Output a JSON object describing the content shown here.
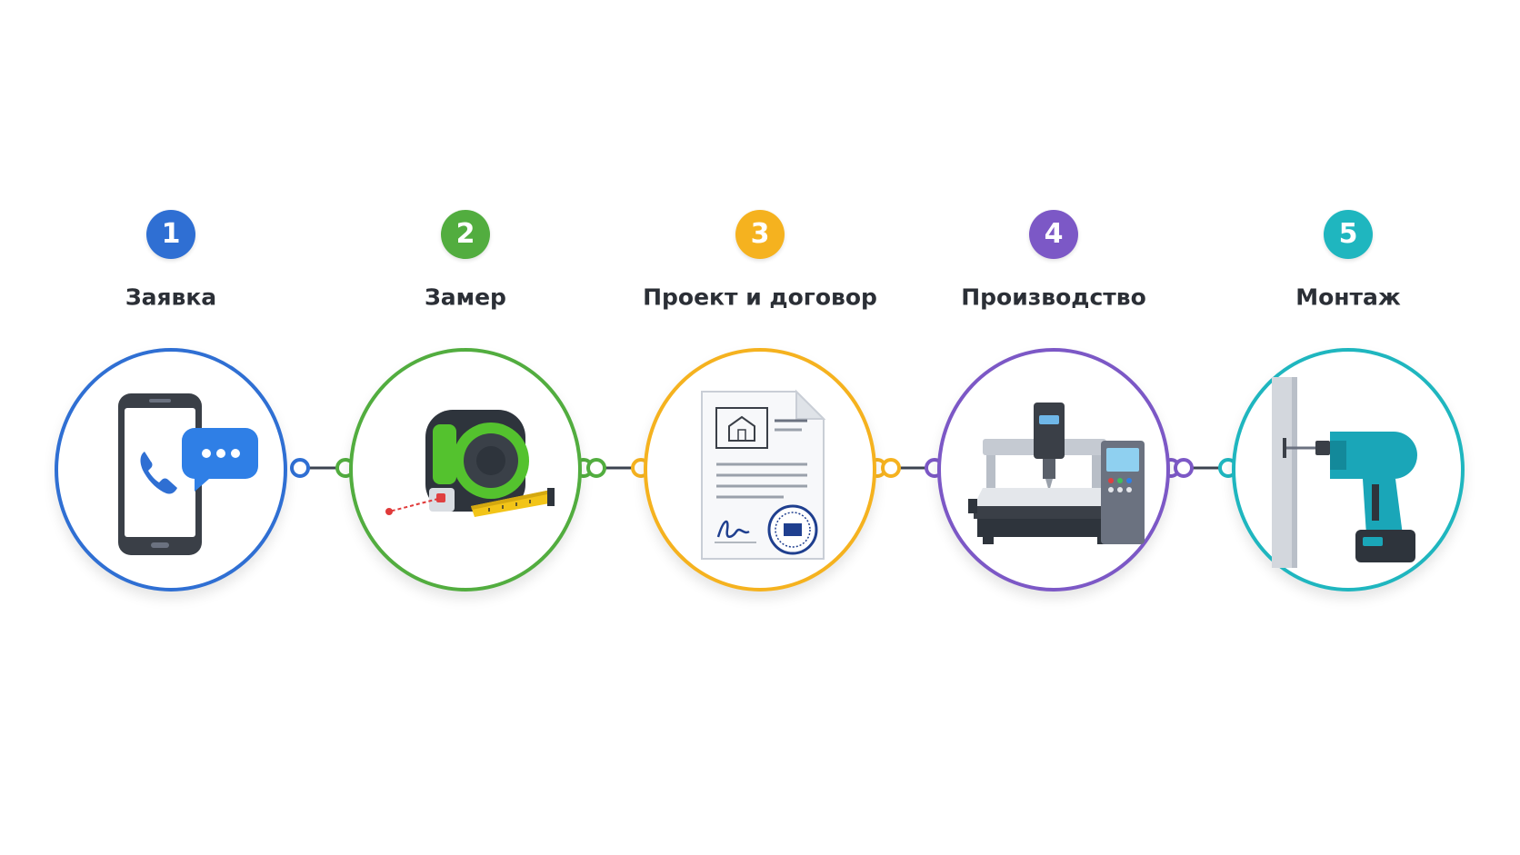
{
  "steps": [
    {
      "number": "1",
      "label": "Заявка",
      "color": "#2f6fd3",
      "icon": "phone-chat-icon"
    },
    {
      "number": "2",
      "label": "Замер",
      "color": "#52ad3f",
      "icon": "tape-measure-icon"
    },
    {
      "number": "3",
      "label": "Проект и договор",
      "color": "#f5b21f",
      "icon": "contract-document-icon"
    },
    {
      "number": "4",
      "label": "Производство",
      "color": "#7c58c6",
      "icon": "cnc-machine-icon"
    },
    {
      "number": "5",
      "label": "Монтаж",
      "color": "#1fb6bf",
      "icon": "drill-icon"
    }
  ]
}
